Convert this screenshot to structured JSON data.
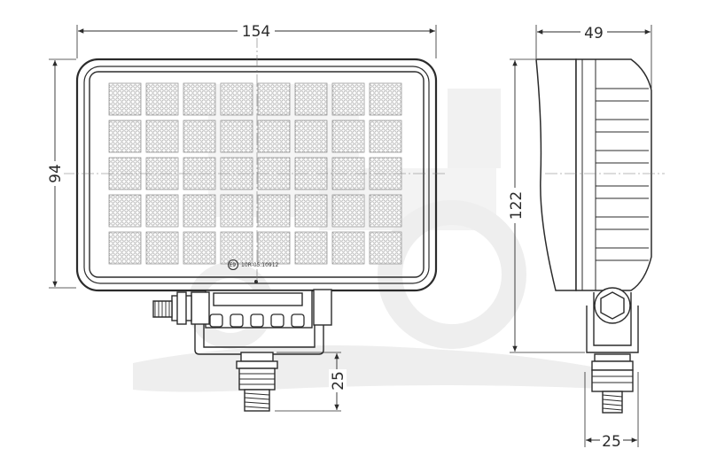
{
  "drawing": {
    "units": "mm",
    "front_view": {
      "width_label": "154",
      "height_label": "94",
      "bolt_length_label": "25",
      "approval_mark": "E9",
      "approval_number": "10R-05.10912",
      "lens_grid": {
        "rows": 5,
        "columns": 8
      }
    },
    "side_view": {
      "depth_label": "49",
      "height_label": "122",
      "bolt_width_label": "25"
    },
    "watermark": "tractor-silhouette",
    "colors": {
      "line": "#2b2b2b",
      "watermark": "#eeeeee",
      "cell": "#cfcfcf"
    }
  }
}
